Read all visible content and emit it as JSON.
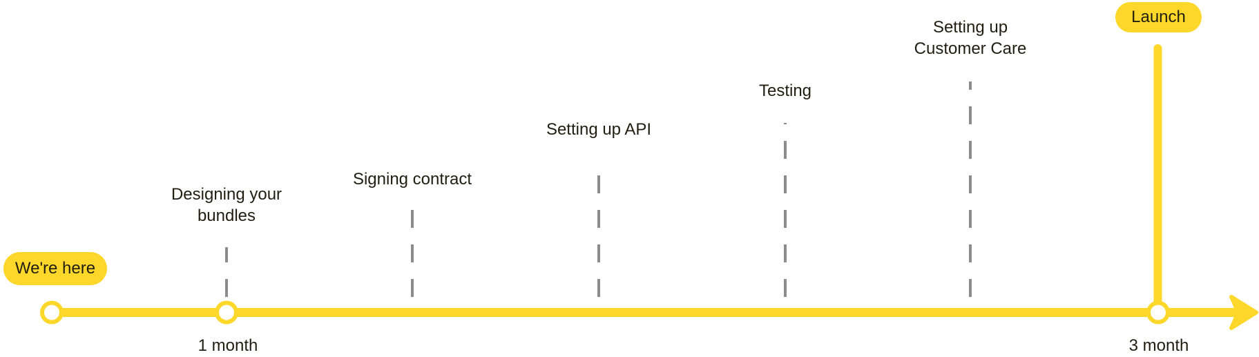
{
  "diagram": {
    "type": "timeline",
    "badges": {
      "current": "We're here",
      "end": "Launch"
    },
    "milestones": [
      {
        "label": "Designing your\nbundles",
        "connector": "dashed"
      },
      {
        "label": "Signing contract",
        "connector": "dashed"
      },
      {
        "label": "Setting up API",
        "connector": "dashed"
      },
      {
        "label": "Testing",
        "connector": "dashed"
      },
      {
        "label": "Setting up\nCustomer Care",
        "connector": "dashed"
      }
    ],
    "time_markers": [
      {
        "label": "1 month"
      },
      {
        "label": "3 month"
      }
    ]
  },
  "colors": {
    "accent_yellow": "#FDD82A",
    "dash_gray": "#8C8C8C",
    "text_dark": "#211E11",
    "dot_white": "#FFFFFF",
    "background": "#FFFFFF"
  }
}
